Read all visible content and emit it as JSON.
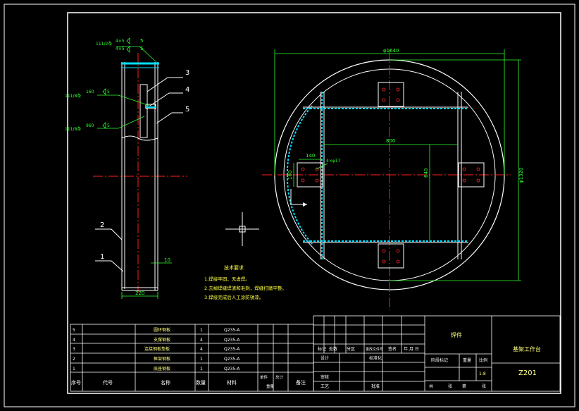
{
  "colors": {
    "background": "#000000",
    "lines": "#ffffff",
    "centerline": "#ff2020",
    "dimension": "#30ff30",
    "annotation": "#ffffff",
    "weld": "#00ffff",
    "title_text": "#ffff80",
    "note_text": "#ffff40"
  },
  "side_view": {
    "balloons": [
      "1",
      "2",
      "3",
      "4",
      "5"
    ],
    "weld_labels": {
      "top": "111/2条",
      "top_a": "4×5",
      "top_b": "4×5",
      "top_num1": "5",
      "top_num2": "5",
      "mid": "111/8条",
      "mid_dim": "160",
      "mid_num": "5",
      "low": "111/8条",
      "low_dim": "960",
      "low_num": "5"
    },
    "dim_width": "220",
    "dim_side": "10"
  },
  "plan_view": {
    "dia_outer": "φ1640",
    "dia_inner": "φ1320",
    "dim_800": "800",
    "dim_140": "140",
    "dim_160": "160",
    "dim_hole": "4×φ17",
    "dim_640": "640"
  },
  "notes": {
    "title": "技术要求",
    "lines": [
      "1.焊接牢固，无虚焊。",
      "2.去掉焊缝焊渣和毛刺，焊缝打磨平整。",
      "3.焊接完成后人工涂防锈漆。"
    ]
  },
  "bom": {
    "rows": [
      {
        "no": "5",
        "name": "圆环钢板",
        "qty": "1",
        "material": "Q235-A"
      },
      {
        "no": "4",
        "name": "支撑钢板",
        "qty": "4",
        "material": "Q235-A"
      },
      {
        "no": "3",
        "name": "连接钢板垫板",
        "qty": "4",
        "material": "Q235-A"
      },
      {
        "no": "2",
        "name": "框架钢板",
        "qty": "1",
        "material": "Q235-A"
      },
      {
        "no": "1",
        "name": "底座钢板",
        "qty": "1",
        "material": "Q235-A"
      }
    ],
    "header": {
      "no": "序号",
      "code": "代号",
      "name": "名称",
      "qty": "数量",
      "material": "材料",
      "unit": "单件",
      "total": "总计",
      "note": "备注"
    },
    "header_weight": "重量"
  },
  "title_block": {
    "part_type": "焊件",
    "drawing_name": "基架工作台",
    "drawing_no": "Z201",
    "ratio": "1:8",
    "labels_row1": [
      "标记",
      "处数",
      "分区",
      "更改文件号",
      "签名",
      "年.月.日"
    ],
    "labels_row2": [
      "设计",
      "标准化"
    ],
    "labels_row3": [
      "审核"
    ],
    "labels_row4": [
      "工艺",
      "批准"
    ],
    "stage_labels": [
      "阶段标记",
      "重量",
      "比例"
    ],
    "sheet_line": [
      "共",
      "张",
      "第",
      "张"
    ]
  }
}
